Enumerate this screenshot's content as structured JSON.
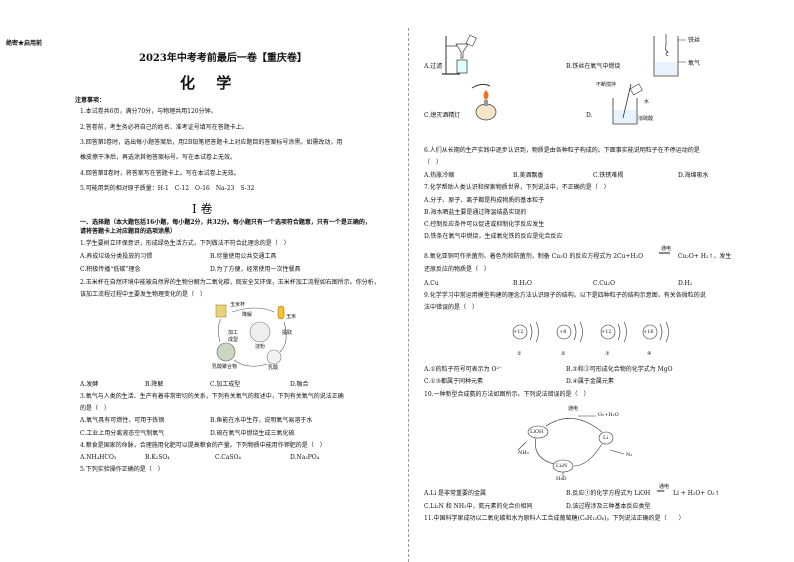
{
  "header": {
    "secret_label": "绝密★启用前",
    "exam_title": "2023年中考考前最后一卷【重庆卷】",
    "subject": "化 学"
  },
  "notice": {
    "heading": "注意事项：",
    "items": [
      "1.本试卷共6页，满分70分，与物理共用120分钟。",
      "2.答卷前，考生务必将自己的姓名、准考证号填写在答题卡上。",
      "3.回答第Ⅰ卷时，选出每小题答案后，用2B铅笔把答题卡上对应题目的答案标号涂黑。如需改动，用",
      "橡皮擦干净后，再选涂其他答案标号。写在本试卷上无效。",
      "4.回答第Ⅱ卷时，将答案写在答题卡上。写在本试卷上无效。",
      "5.可能用到的相对原子质量：H-1　C-12　O-16　Na-23　S-32"
    ]
  },
  "section1": {
    "title": "Ⅰ 卷",
    "instr1": "一、选择题（本大题包括16小题，每小题2分，共32分。每小题只有一个选项符合题意，只有一个是正确的，",
    "instr2": "请将答题卡上对应题目的选项涂黑）"
  },
  "questions_left": {
    "q1": "1.学生要树立环保意识，形成绿色生活方式，下列做法不符合此理念的是（　）",
    "q1a": "A.养成垃圾分类投放的习惯",
    "q1b": "B.尽量使用公共交通工具",
    "q1c": "C.积极传播“低碳”理念",
    "q1d": "D.为了方便，经常使用一次性餐具",
    "q2a": "2.玉米杯在自然环境中能被自然界的生物分解为二氧化碳，既安全又环保，玉米杯加工流程如右图所示。你分析，",
    "q2b": "该加工流程过程中主要发生物理变化的是（　）",
    "fig_labels": [
      "玉米杯",
      "玉米",
      "降解",
      "提取",
      "加工成型",
      "淀粉",
      "乳酸聚合物",
      "乳酸"
    ],
    "q2_opts": [
      "A.发酵",
      "B.降解",
      "C.加工成型",
      "D.融合"
    ],
    "q3a": "3.氧气与人类的生活、生产有着非常密切的关系，下列有关氧气的叙述中，下列有关氧气的说法正确",
    "q3b": "的是（　）",
    "q3a_opt": "A.氧气具有可燃性，可用于炼钢",
    "q3b_opt": "B.鱼能在水中生存，说明氧气易溶于水",
    "q3c_opt": "C.工业上用分离液态空气制氧气",
    "q3d_opt": "D.硫在氧气中燃烧生成三氧化硫",
    "q4": "4.粮食是国家的命脉，合理施用化肥可以提高粮食的产量。下列物质中能用作钾肥的是（　）",
    "q4_opts": [
      "A.NH₄HCO₃",
      "B.K₂SO₄",
      "C.CaSO₄",
      "D.Na₃PO₄"
    ],
    "q5": "5.下列实验操作正确的是（　）"
  },
  "right": {
    "fig_a": "A.过滤",
    "fig_b": "B.铁丝在氧气中燃烧",
    "fig_b_l1": "铁丝",
    "fig_b_l2": "氧气",
    "fig_c": "C.熄灭酒精灯",
    "fig_d": "D.",
    "fig_d_l1": "不断搅拌",
    "fig_d_l2": "水",
    "fig_d_l3": "浓硫酸",
    "q6a": "6.人们从长期的生产实践中逐步认识到，物质是由各种粒子构成的。下面事实能说明粒子在不停运动的是",
    "q6b": "（　）",
    "q6_opts": [
      "A.热胀冷缩",
      "B.美酒飘香",
      "C.铁锈难揭",
      "D.海绵吸水"
    ],
    "q7": "7.化学帮助人类认识和探索物质世界，下列说法中，不正确的是（　）",
    "q7a": "A.分子、原子、离子都是构成物质的基本粒子",
    "q7b": "B.海水晒盐主要是通过降温结晶实现的",
    "q7c": "C.控制反应条件可以促进或抑制化学反应发生",
    "q7d": "D.铁条在氧气中燃烧，生成氧化铁的反应是化合反应",
    "q8a": "8.氧化亚铜可作杀菌剂、着色剂和防菌剂，制备 Cu₂O 的反应方程式为 2Cu+H₂O",
    "q8_cond": "通电",
    "q8b": "Cu₂O+ H₂↑，发生",
    "q8c": "还原反应的物质是（　）",
    "q8_opts": [
      "A.Cu",
      "B.H₂O",
      "C.Cu₂O",
      "D.H₂"
    ],
    "q9a": "9.化学学习中常运用模型构建的理念方法认识原子的结构。以下是四种粒子的结构示意图，有关各微粒的说",
    "q9b": "法中错误的是（　）",
    "atoms": [
      "+12",
      "+8",
      "+12",
      "+16"
    ],
    "atom_tags": [
      "①",
      "②",
      "③",
      "④"
    ],
    "q9a_opt": "A.①的粒子符号可表示为 O²⁻",
    "q9b_opt": "B.②和③可形成化合物的化学式为 MgO",
    "q9c_opt": "C.①③都属于同种元素",
    "q9d_opt": "D.④属于金属元素",
    "q10": "10.一种新型合成氨的方法如图所示。下列说法错误的是（　）",
    "cycle": [
      "LiOH",
      "Li",
      "Li₃N",
      "O₂+H₂O",
      "通电",
      "N₂",
      "NH₃",
      "H₂O"
    ],
    "q10a_opt": "A.Li 是非常重要的金属",
    "q10b_opt": "B.反应①的化学方程式为 LiOH",
    "q10b_cond": "通电",
    "q10b_tail": "Li + H₂O+ O₂↑",
    "q10c_opt": "C.Li₃N 和 NH₃中，氮元素的化合价相同",
    "q10d_opt": "D.该过程涉及三种基本反应类型",
    "q11": "11.中国科学家成功以二氧化碳和水为原料人工合成葡萄糖(C₆H₁₂O₆)。下列说法正确的是（　　）"
  }
}
